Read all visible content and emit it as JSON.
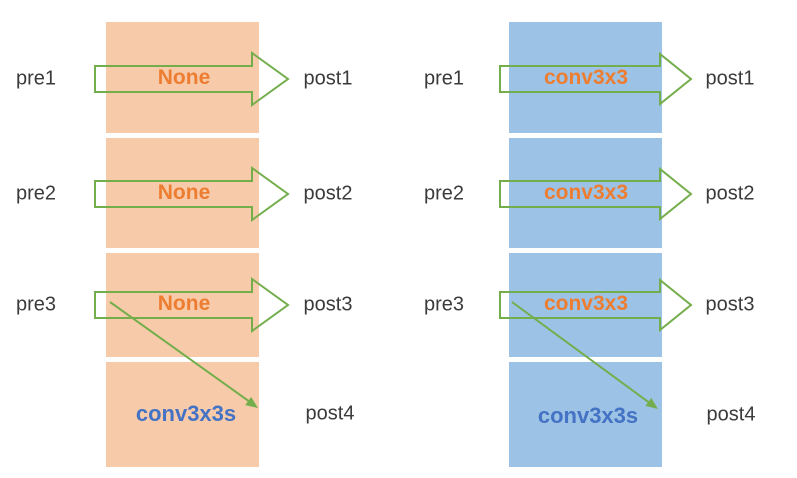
{
  "colors": {
    "background": "#FFFFFF",
    "left_block": "#F7CBAA",
    "right_block": "#9CC2E5",
    "arrow_green": "#74AE4C",
    "op_orange": "#ED7D31",
    "skip_blue": "#4472C4",
    "label_dark": "#3B3B3B"
  },
  "panels": [
    {
      "name": "none-panel",
      "rows": [
        {
          "pre": "pre1",
          "op": "None",
          "post": "post1"
        },
        {
          "pre": "pre2",
          "op": "None",
          "post": "post2"
        },
        {
          "pre": "pre3",
          "op": "None",
          "post": "post3"
        }
      ],
      "skip_label": "conv3x3s",
      "skip_post": "post4"
    },
    {
      "name": "conv3x3-panel",
      "rows": [
        {
          "pre": "pre1",
          "op": "conv3x3",
          "post": "post1"
        },
        {
          "pre": "pre2",
          "op": "conv3x3",
          "post": "post2"
        },
        {
          "pre": "pre3",
          "op": "conv3x3",
          "post": "post3"
        }
      ],
      "skip_label": "conv3x3s",
      "skip_post": "post4"
    }
  ]
}
